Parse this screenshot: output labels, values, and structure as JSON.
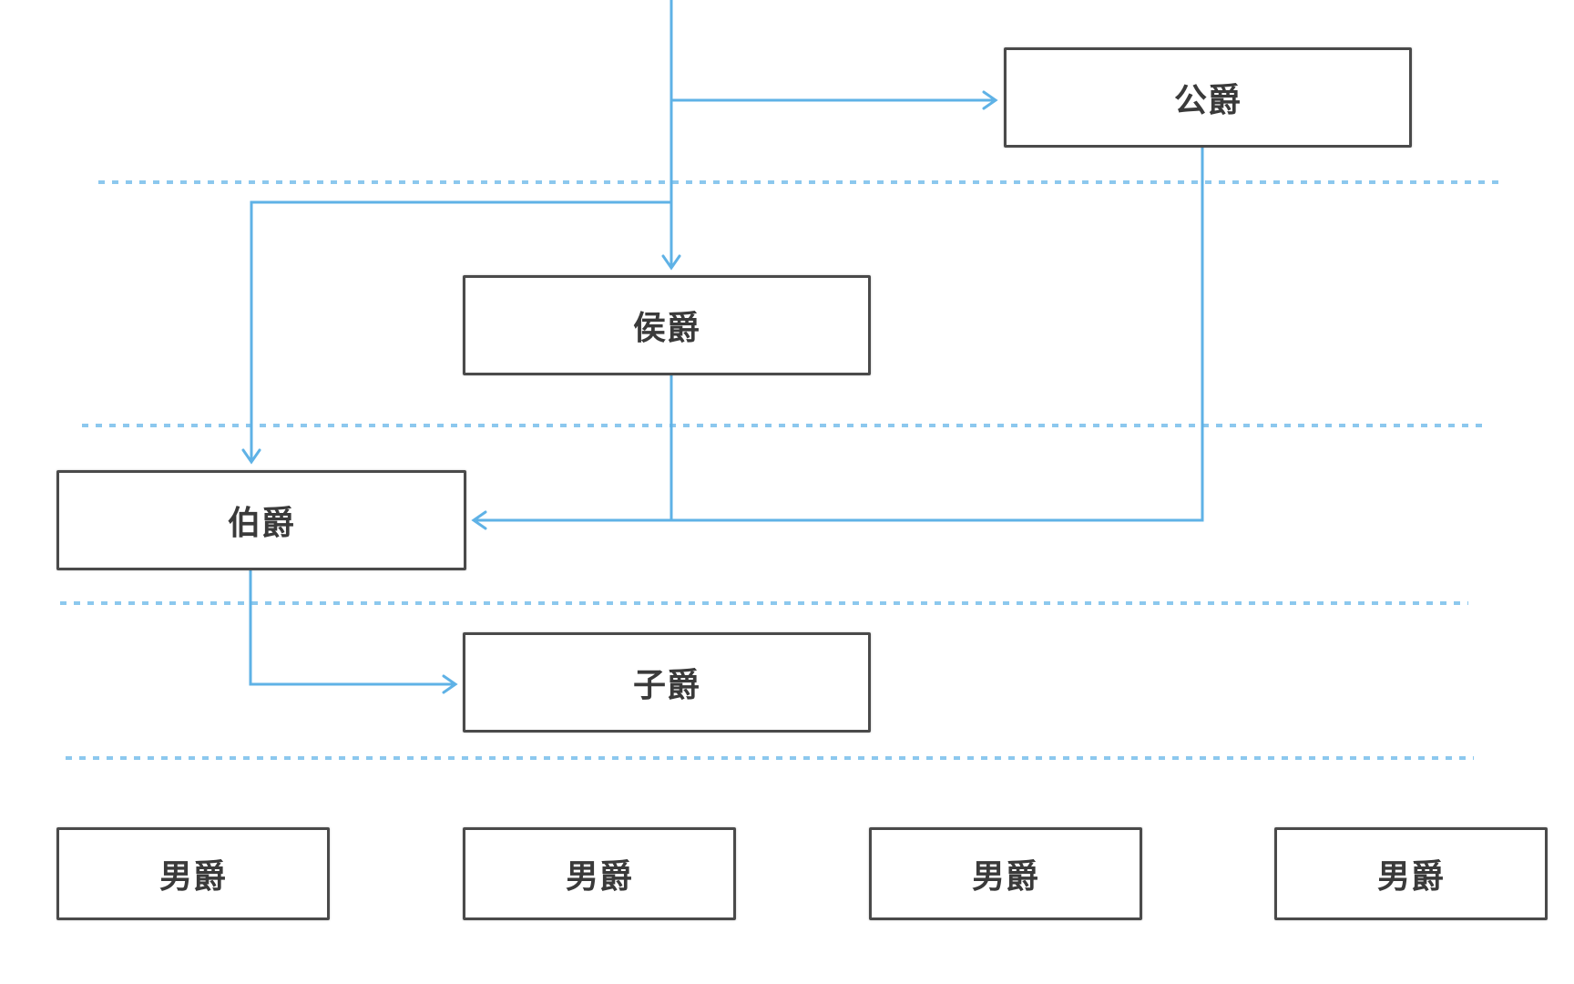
{
  "diagram": {
    "line_color": "#5fb2e6",
    "divider_color": "#8cc8ee",
    "box_border_color": "#4a4a4a",
    "nodes": {
      "gong": "公爵",
      "hou": "侯爵",
      "bo": "伯爵",
      "zi": "子爵",
      "nan": [
        "男爵",
        "男爵",
        "男爵",
        "男爵"
      ]
    }
  }
}
